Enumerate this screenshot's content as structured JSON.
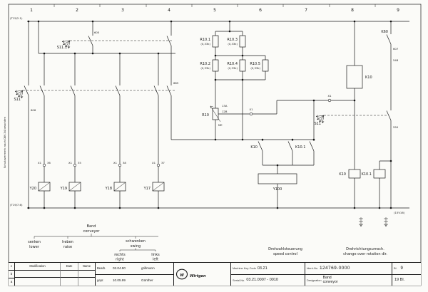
{
  "frame": {
    "columns": [
      "1",
      "2",
      "3",
      "4",
      "5",
      "6",
      "7",
      "8",
      "9"
    ],
    "protection_note": "Schutzvermerk nach DIN 34 beachten",
    "ref_top_left": "(T15/2.1)",
    "ref_bottom_left": "(T19/7.6)",
    "ref_bottom_right": "(15V16)"
  },
  "schematic": {
    "switches": {
      "s11_1": "S11.1",
      "s11_left": "S11",
      "s11_right": "S11"
    },
    "resistors": [
      {
        "label": "R10.1",
        "value": "(0,33k)"
      },
      {
        "label": "R10.3",
        "value": "(0,33k)"
      },
      {
        "label": "R10.2",
        "value": "(0,33k)"
      },
      {
        "label": "R10.4",
        "value": "(0,33k)"
      },
      {
        "label": "R10.5",
        "value": "(0,33k)"
      }
    ],
    "potentiometer": {
      "label": "R10",
      "pin_a": "13A",
      "pin_b": "12B",
      "pin_c": "ME"
    },
    "relay_contacts": {
      "k60": "K60",
      "k10": "K10",
      "k10_1": "K10.1"
    },
    "relay_box": "K10",
    "coils": {
      "k10": "K10",
      "k10_1": "K10.1"
    },
    "valves": [
      {
        "label": "Y20",
        "pin": "36"
      },
      {
        "label": "Y19",
        "pin": "35"
      },
      {
        "label": "Y18",
        "pin": "38"
      },
      {
        "label": "Y17",
        "pin": "37"
      }
    ],
    "y100": "Y100",
    "x1": "X1",
    "wire_numbers": {
      "w605": "605",
      "w606": "606",
      "w607": "607",
      "w685": "685",
      "w548": "548",
      "w550": "550"
    }
  },
  "annotations": {
    "band": {
      "de": "Band",
      "en": "conveyor"
    },
    "senken": {
      "de": "senken",
      "en": "lower"
    },
    "heben": {
      "de": "heben",
      "en": "raise"
    },
    "schwenken": {
      "de": "schwenken",
      "en": "swing"
    },
    "rechts": {
      "de": "rechts",
      "en": "right"
    },
    "links": {
      "de": "links",
      "en": "left"
    },
    "speed": {
      "de": "Drehzahlsteuerung",
      "en": "speed control"
    },
    "rotation": {
      "de": "Drehrichtungsumsch.",
      "en": "change over rotation dir."
    }
  },
  "titleblock": {
    "modification_header": "Modification",
    "date_header": "Date",
    "name_header": "Name",
    "row_letters": [
      "c",
      "b",
      "a"
    ],
    "drawn_label": "Bearb.",
    "drawn_date": "02.04.90",
    "drawn_name": "grillmann",
    "checked_label": "gepr.",
    "checked_date": "10.05.99",
    "checked_name": "Günther",
    "logo_mark": "W",
    "logo_text": "Wirtgen",
    "machine_key_code_label": "Machine Key Code",
    "machine_key_code": "03.21",
    "serial_no_label": "Serial-No.",
    "serial_no": "03.21.0007 - 0010",
    "ident_no_label": "Ident-No.",
    "ident_no": "124769-0000",
    "designation_label": "Designation",
    "designation_line1": "Band",
    "designation_line2": "conveyor",
    "sheet_label": "Bl.",
    "sheet_number": "9",
    "sheet_total": "19 Bl."
  }
}
